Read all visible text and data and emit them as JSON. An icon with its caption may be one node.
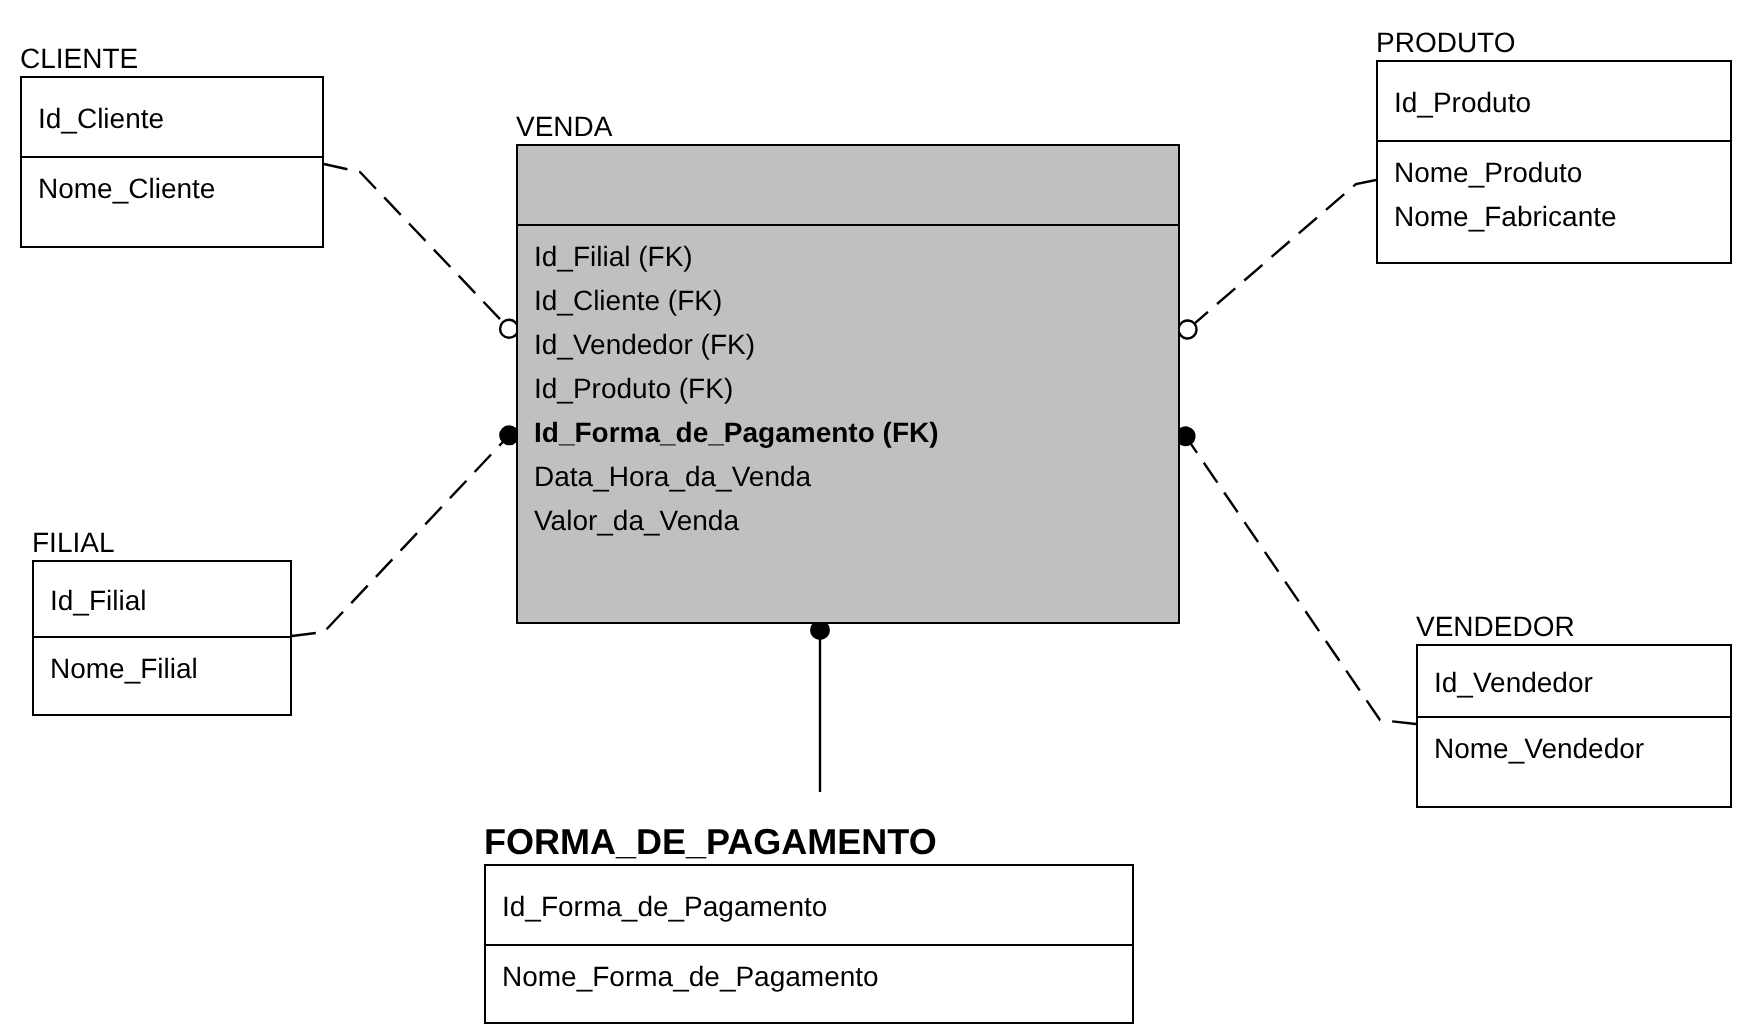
{
  "diagram": {
    "nodes": [
      {
        "text": [
          "CLIENTE",
          "Id_Cliente",
          "Nome_Cliente"
        ]
      },
      {
        "text": [
          "VENDA",
          "Id_Filial (FK)",
          "Id_Cliente (FK)",
          "Id_Vendedor (FK)",
          "Id_Produto (FK)",
          "**Id_Forma_de_Pagamento (FK)**",
          "Data_Hora_da_Venda",
          "Valor_da_Venda"
        ]
      },
      {
        "text": [
          "PRODUTO",
          "Id_Produto",
          "Nome_Produto",
          "Nome_Fabricante"
        ]
      },
      {
        "text": [
          "FILIAL",
          "Id_Filial",
          "Nome_Filial"
        ]
      },
      {
        "text": [
          "VENDEDOR",
          "Id_Vendedor",
          "Nome_Vendedor"
        ]
      },
      {
        "text": [
          "FORMA_DE_PAGAMENTO",
          "Id_Forma_de_Pagamento",
          "Nome_Forma_de_Pagamento"
        ]
      }
    ],
    "edges": [
      {
        "from": 0,
        "to": 1,
        "arrow": "other",
        "style": "dashed"
      },
      {
        "from": 2,
        "to": 1,
        "arrow": "other",
        "style": "dashed"
      },
      {
        "from": 3,
        "to": 1,
        "arrow": "other",
        "style": "dashed"
      },
      {
        "from": 4,
        "to": 1,
        "arrow": "other",
        "style": "dashed"
      },
      {
        "from": 5,
        "to": 1,
        "arrow": "other"
      }
    ]
  }
}
